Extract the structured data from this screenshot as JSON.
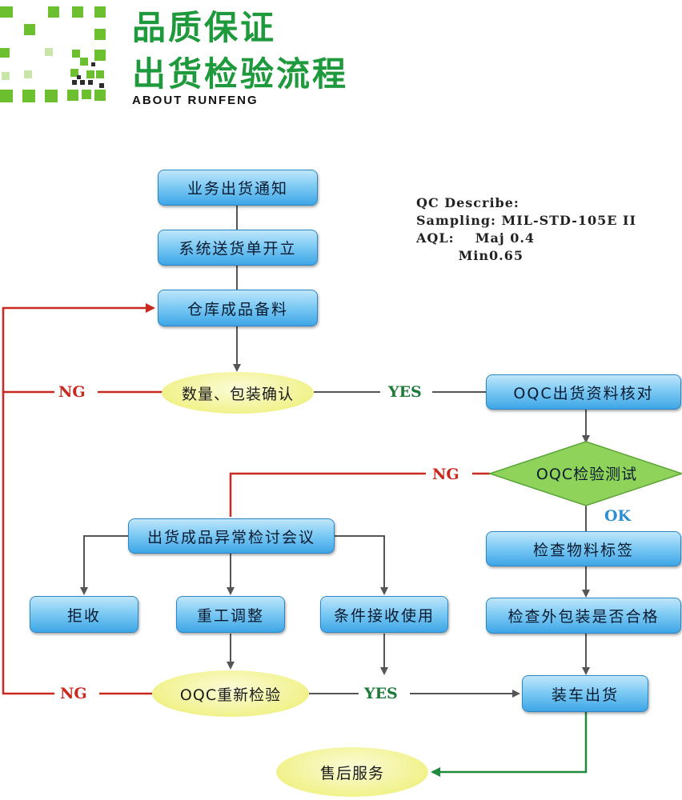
{
  "header": {
    "title_line1": "品质保证",
    "title_line2": "出货检验流程",
    "subtitle": "ABOUT  RUNFENG"
  },
  "qc_info": {
    "line1": "QC Describe:",
    "line2": "Sampling: MIL-STD-105E II",
    "line3": "AQL:    Maj 0.4",
    "line4": "        Min0.65"
  },
  "nodes": {
    "business_notice": "业务出货通知",
    "system_order": "系统送货单开立",
    "warehouse_prep": "仓库成品备料",
    "qty_pack_confirm": "数量、包装确认",
    "oqc_data_check": "OQC出货资料核对",
    "oqc_inspection": "OQC检验测试",
    "abnormal_meeting": "出货成品异常检讨会议",
    "reject": "拒收",
    "rework": "重工调整",
    "conditional_use": "条件接收使用",
    "check_labels": "检查物料标签",
    "check_packaging": "检查外包装是否合格",
    "oqc_reinspect": "OQC重新检验",
    "load_ship": "装车出货",
    "after_sales": "售后服务"
  },
  "labels": {
    "ng1": "NG",
    "yes1": "YES",
    "ng2": "NG",
    "ok": "OK",
    "ng3": "NG",
    "yes2": "YES"
  },
  "colors": {
    "title_green": "#1e9a3c",
    "ng_red": "#c8281e",
    "yes_green": "#1f7a3a",
    "ok_blue": "#2e8fd0",
    "box_blue": "#6cc2f2",
    "oval_yellow": "#f1f28c",
    "diamond_green": "#8fd35a"
  }
}
